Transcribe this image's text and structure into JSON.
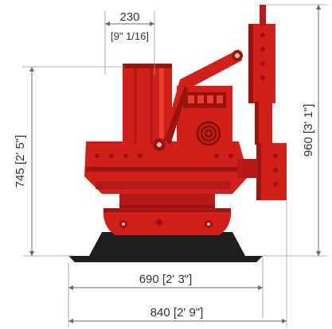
{
  "dimensions": {
    "top_width": {
      "value": "230",
      "imperial": "[9\" 1/16]"
    },
    "left_height": {
      "label": "745 [2' 5\"]"
    },
    "right_height": {
      "label": "960 [3' 1\"]"
    },
    "inner_width": {
      "label": "690 [2' 3\"]"
    },
    "outer_width": {
      "label": "840 [2' 9\"]"
    }
  },
  "colors": {
    "machine": "#d21f1a",
    "machine_shadow": "#9c1410",
    "base_track": "#1e1e1e",
    "dimension_line": "#6a6a6a",
    "text": "#333333"
  }
}
